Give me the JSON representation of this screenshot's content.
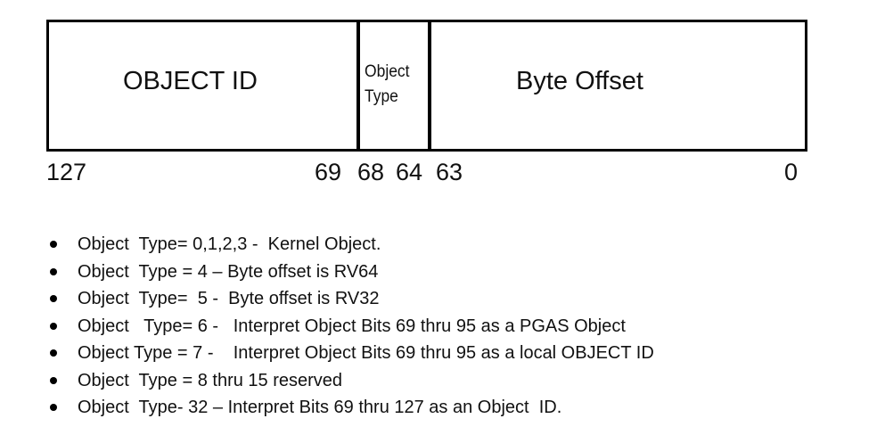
{
  "register": {
    "fields": {
      "object_id": "OBJECT  ID",
      "object_type_line1": "Object",
      "object_type_line2": "Type",
      "byte_offset": "Byte Offset"
    },
    "bit_labels": {
      "b127": "127",
      "b69": "69",
      "b68": "68",
      "b64": "64",
      "b63": "63",
      "b0": "0"
    }
  },
  "bullets": [
    "Object  Type= 0,1,2,3 -  Kernel Object.",
    "Object  Type = 4 – Byte offset is RV64",
    "Object  Type=  5 -  Byte offset is RV32",
    "Object   Type= 6 -   Interpret Object Bits 69 thru 95 as a PGAS Object",
    "Object Type = 7 -    Interpret Object Bits 69 thru 95 as a local OBJECT ID",
    "Object  Type = 8 thru 15 reserved",
    "Object  Type- 32 – Interpret Bits 69 thru 127 as an Object  ID."
  ]
}
